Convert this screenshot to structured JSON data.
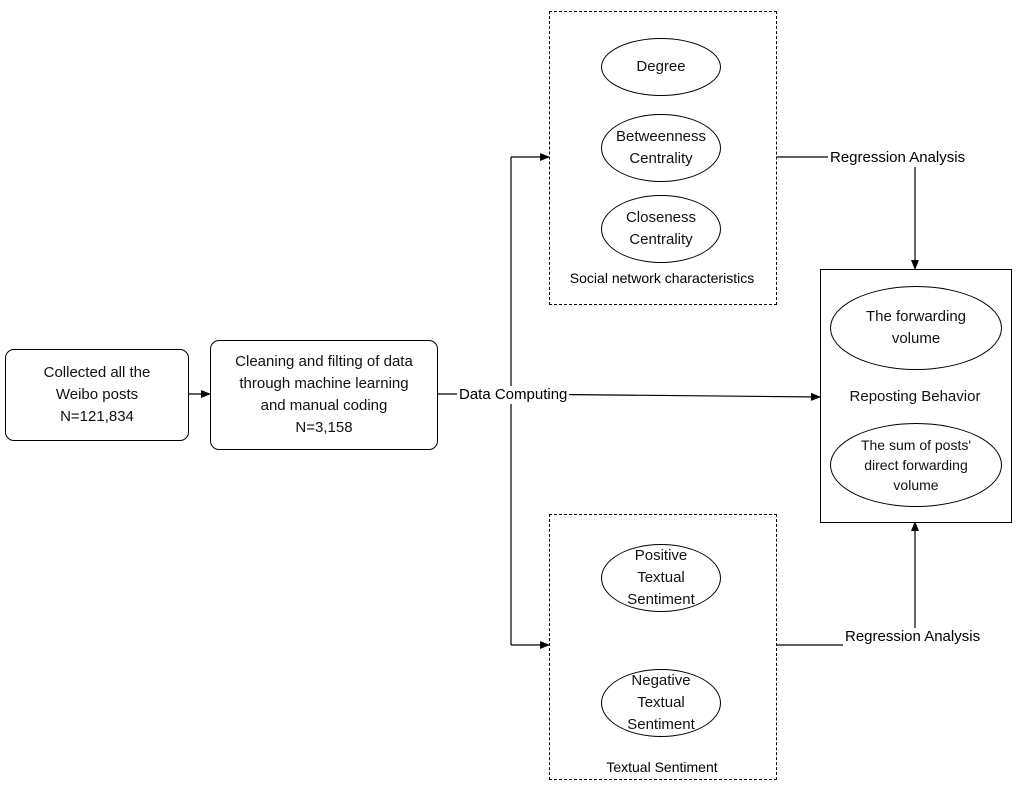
{
  "nodes": {
    "collected": {
      "text": "Collected all the\nWeibo posts\nN=121,834"
    },
    "cleaning": {
      "text": "Cleaning and filting of data\nthrough machine learning\nand manual coding\nN=3,158"
    },
    "degree": {
      "text": "Degree"
    },
    "betweenness": {
      "text": "Betweenness\nCentrality"
    },
    "closeness": {
      "text": "Closeness\nCentrality"
    },
    "forwarding_volume": {
      "text": "The forwarding\nvolume"
    },
    "reposting_behavior": {
      "text": "Reposting Behavior"
    },
    "sum_forwarding": {
      "text": "The sum of posts'\ndirect forwarding\nvolume"
    },
    "positive": {
      "text": "Positive\nTextual\nSentiment"
    },
    "negative": {
      "text": "Negative\nTextual\nSentiment"
    }
  },
  "groups": {
    "social_network": {
      "caption": "Social network characteristics"
    },
    "textual_sentiment": {
      "caption": "Textual Sentiment"
    }
  },
  "edge_labels": {
    "data_computing": "Data Computing",
    "regression_top": "Regression Analysis",
    "regression_bottom": "Regression Analysis"
  }
}
